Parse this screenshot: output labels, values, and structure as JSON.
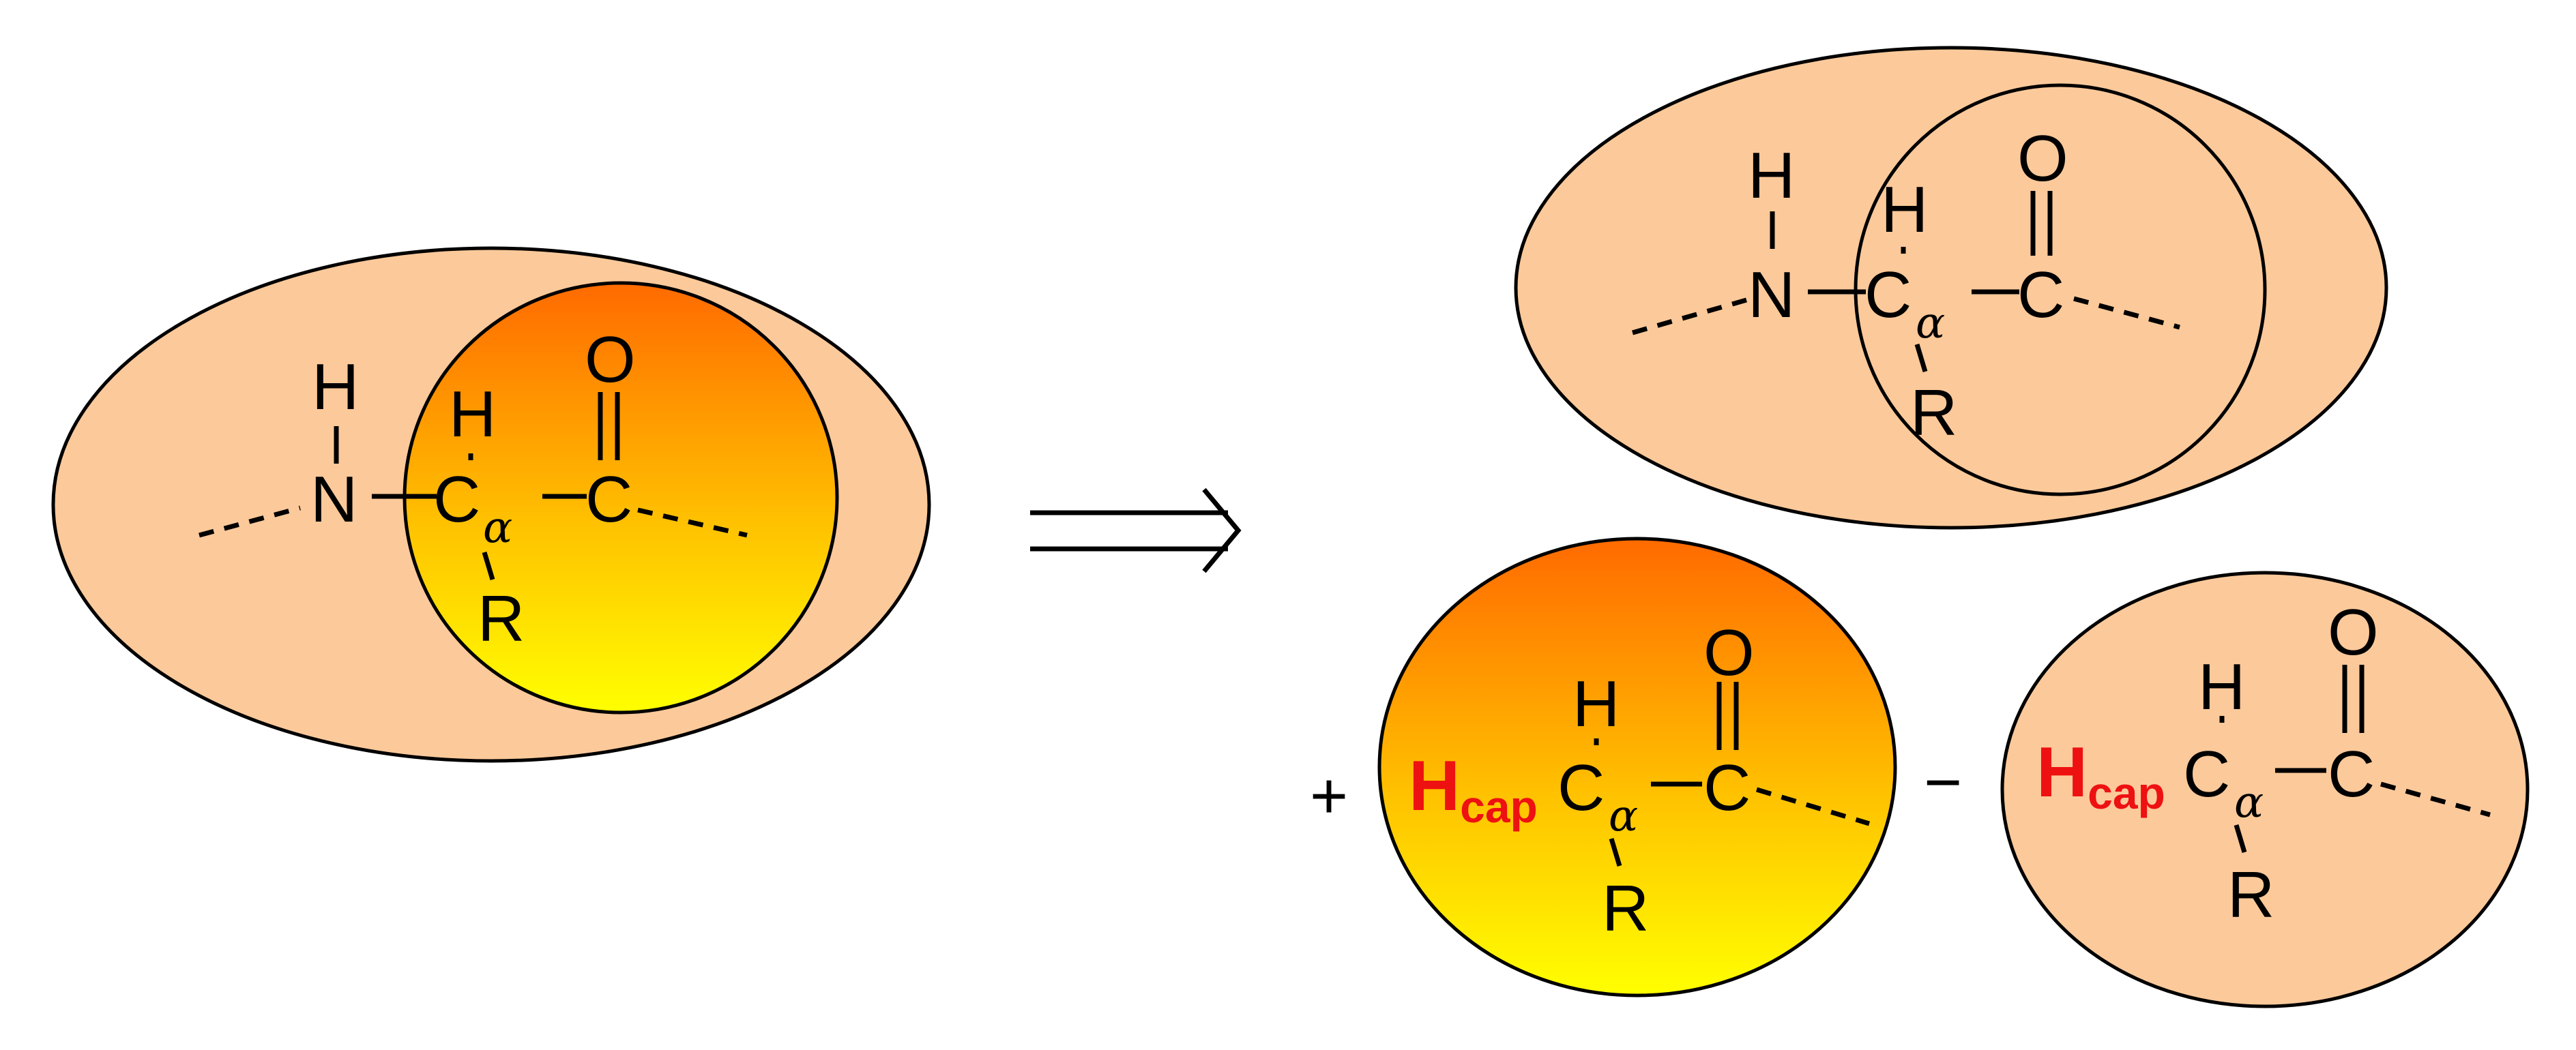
{
  "diagram": {
    "colors": {
      "peach": "#fcc99a",
      "gradient_top": "#ff6a00",
      "gradient_bottom": "#ffff00",
      "cap_red": "#ee1111",
      "outline": "#000000"
    },
    "operators": {
      "implies": "implies-arrow",
      "plus": "+",
      "minus": "−"
    },
    "labels": {
      "H": "H",
      "N": "N",
      "C": "C",
      "alpha": "α",
      "O": "O",
      "R": "R",
      "hcap_main": "H",
      "hcap_sub": "cap"
    }
  }
}
